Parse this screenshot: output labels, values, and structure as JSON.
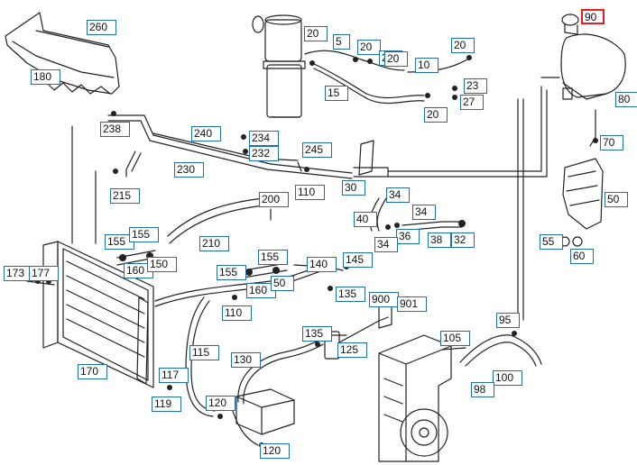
{
  "diagram": {
    "colors": {
      "label_border": "#1f6fa8",
      "highlight_border": "#e02020",
      "line": "#222222"
    },
    "highlighted_part": "90",
    "labels": [
      "260",
      "180",
      "20",
      "5",
      "20",
      "20",
      "20",
      "10",
      "20",
      "15",
      "23",
      "27",
      "20",
      "90",
      "80",
      "238",
      "240",
      "234",
      "232",
      "230",
      "245",
      "30",
      "110",
      "215",
      "200",
      "70",
      "50",
      "34",
      "34",
      "40",
      "36",
      "34",
      "38",
      "32",
      "155",
      "155",
      "210",
      "160",
      "150",
      "173",
      "177",
      "155",
      "155",
      "160",
      "50",
      "140",
      "145",
      "135",
      "900",
      "901",
      "110",
      "55",
      "60",
      "95",
      "170",
      "115",
      "130",
      "117",
      "119",
      "120",
      "120",
      "135",
      "125",
      "105",
      "100",
      "98"
    ]
  }
}
